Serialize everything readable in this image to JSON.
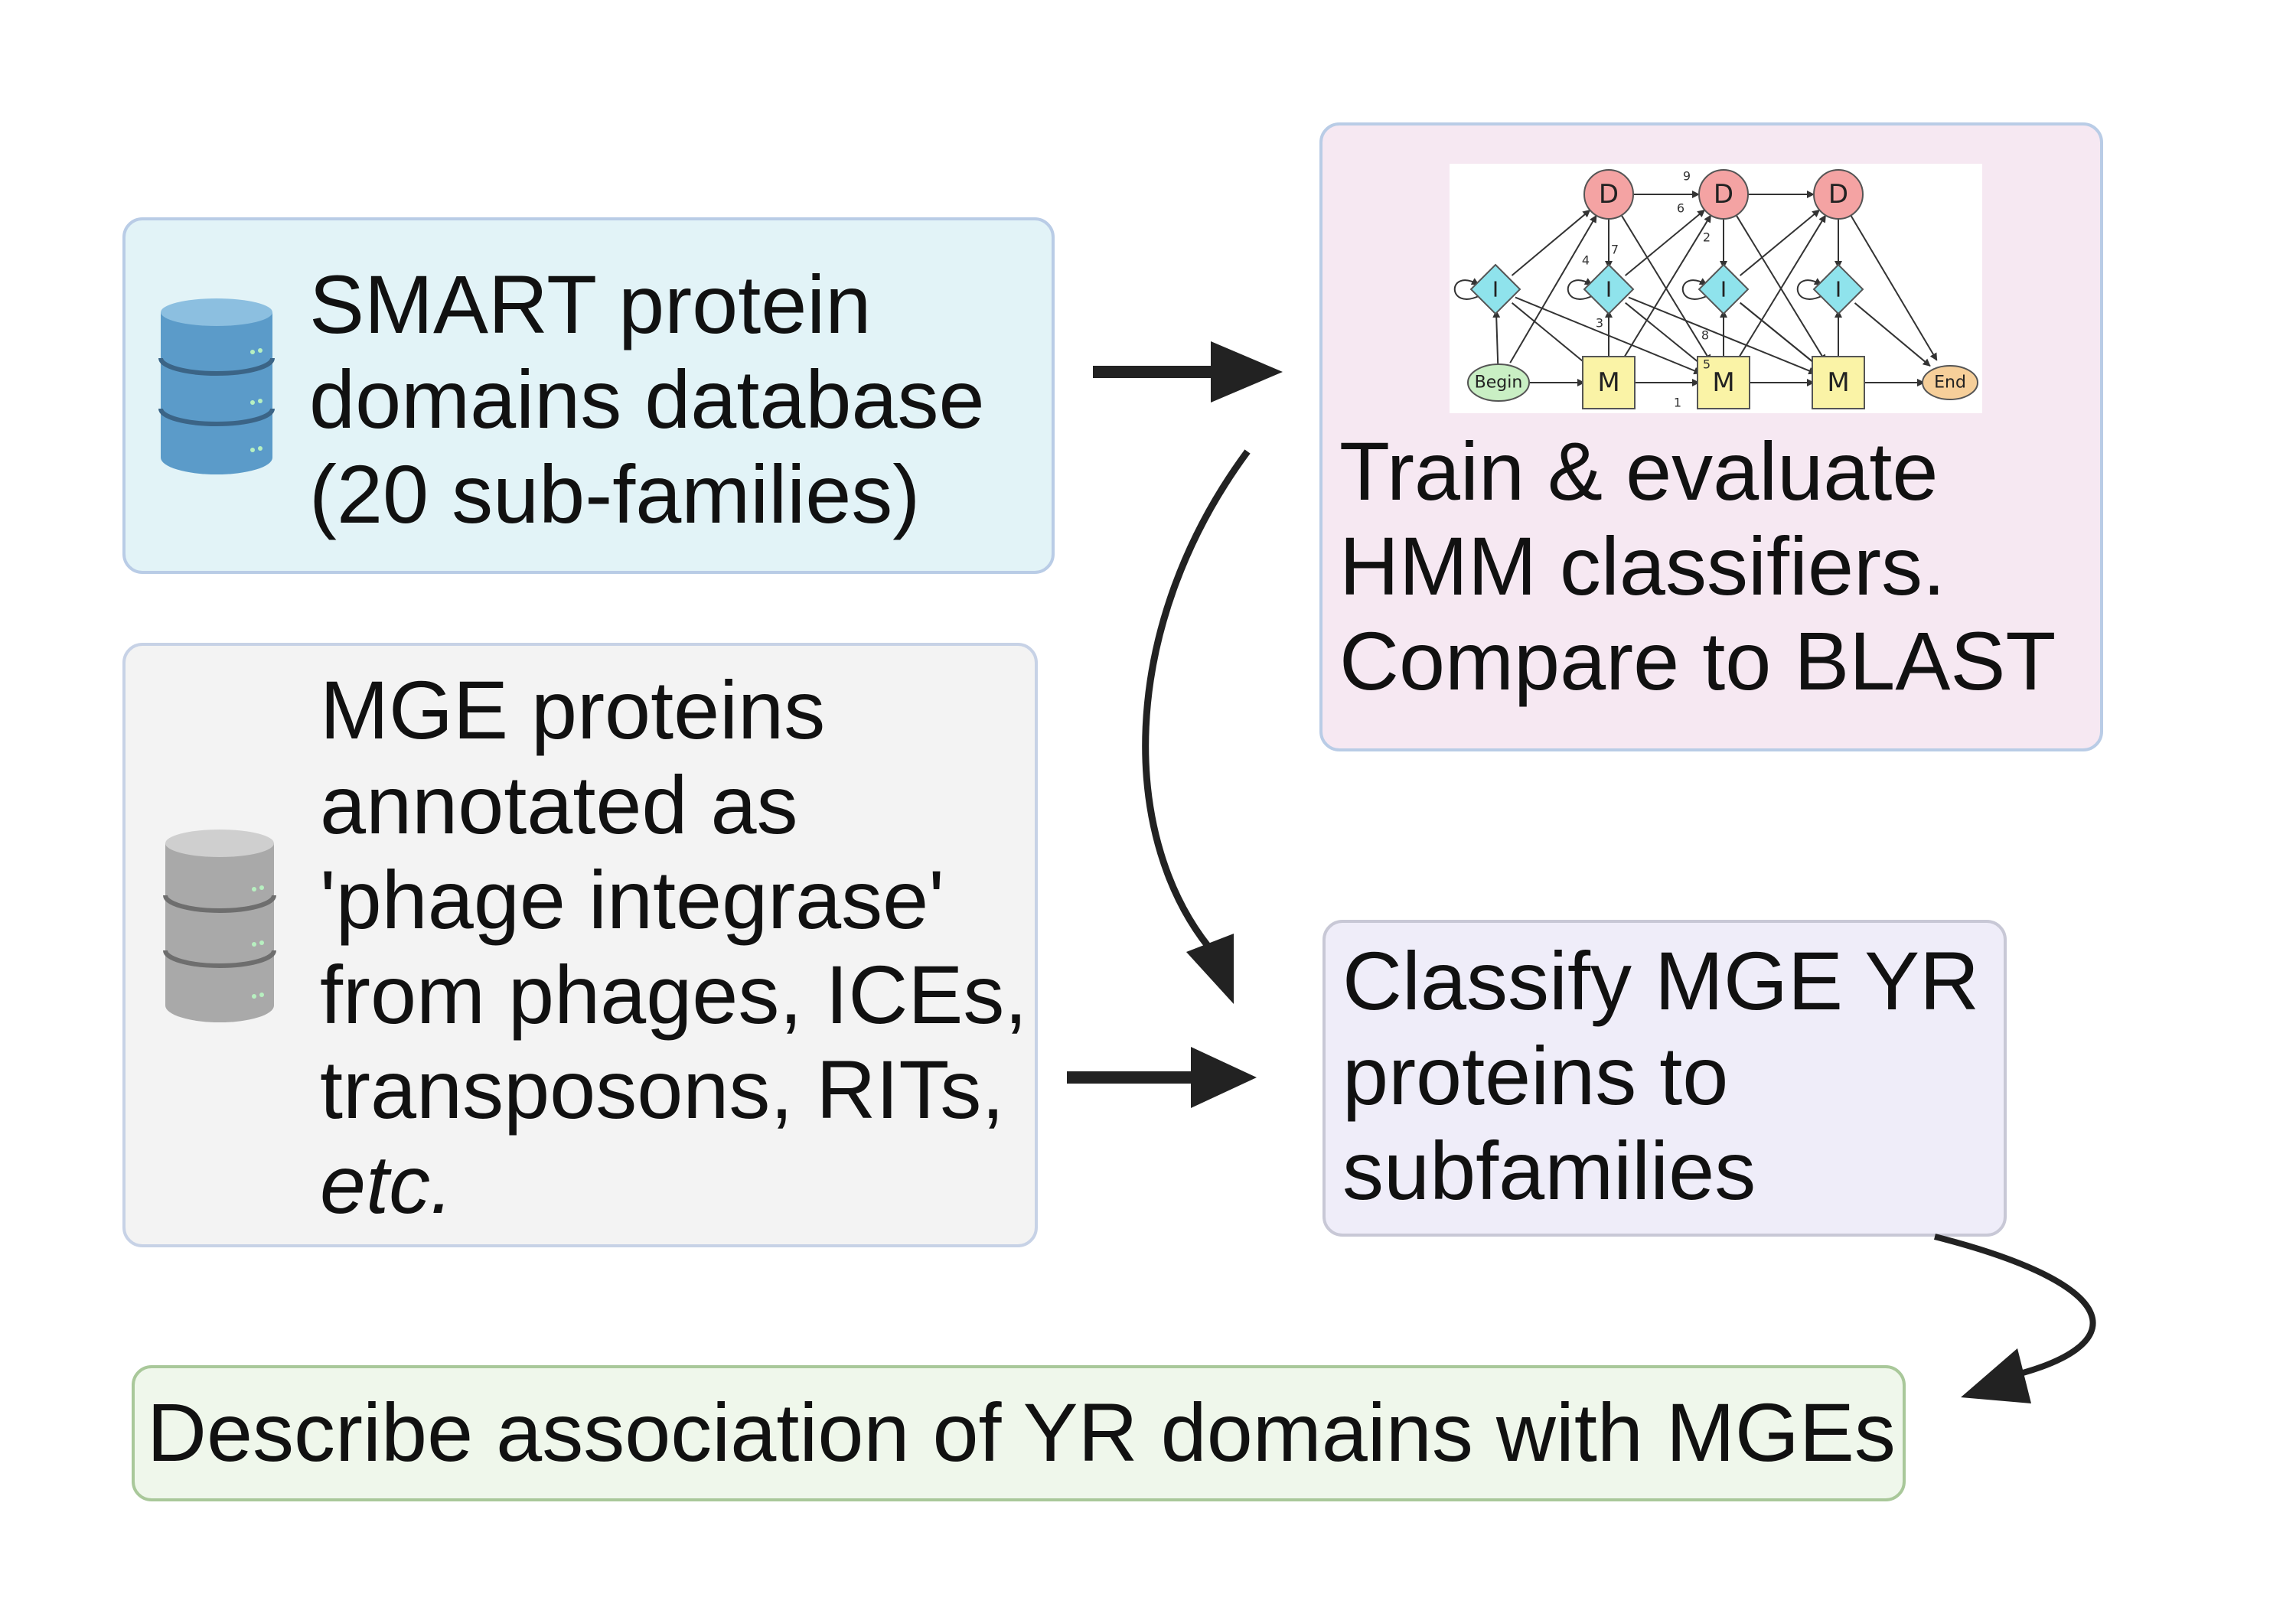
{
  "boxes": {
    "smart": {
      "line1": "SMART protein",
      "line2": "domains database",
      "line3": "(20 sub-families)",
      "icon": "database-icon",
      "icon_color": "#5b9bc9"
    },
    "mge": {
      "line1": "MGE proteins",
      "line2": "annotated as",
      "line3": "'phage integrase'",
      "line4": "from phages, ICEs,",
      "line5": "transposons, RITs,",
      "line6": "etc.",
      "icon": "database-icon",
      "icon_color": "#a9a9a9"
    },
    "train": {
      "line1": "Train & evaluate",
      "line2": "HMM classifiers.",
      "line3": "Compare to BLAST"
    },
    "classify": {
      "line1": "Classify MGE YR",
      "line2": "proteins to",
      "line3": "subfamilies"
    },
    "describe": {
      "line1": "Describe association of YR domains with MGEs"
    }
  },
  "hmm": {
    "begin_label": "Begin",
    "end_label": "End",
    "d_label": "D",
    "i_label": "I",
    "m_label": "M",
    "edge_numbers": [
      "1",
      "2",
      "3",
      "4",
      "5",
      "6",
      "7",
      "8",
      "9"
    ],
    "colors": {
      "d_state": "#f4a3a3",
      "i_state": "#8fe3ec",
      "m_state": "#faf3a6",
      "begin_state": "#c9efc4",
      "end_state": "#f6cf9a"
    }
  },
  "arrows": {
    "color": "#222222"
  }
}
